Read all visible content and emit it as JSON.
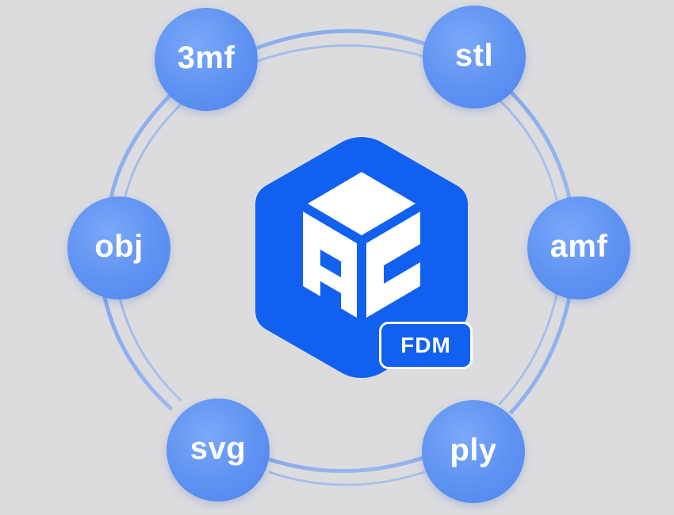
{
  "formats": {
    "top_left": "3mf",
    "top_right": "stl",
    "middle_left": "obj",
    "middle_right": "amf",
    "bottom_left": "svg",
    "bottom_right": "ply"
  },
  "logo": {
    "badge": "FDM",
    "icon": "cube-logo-icon"
  },
  "colors": {
    "background": "#dcdcdf",
    "bubble": "#5e92f2",
    "logo_blue": "#1160f0",
    "ring": "#7ea6ef"
  }
}
